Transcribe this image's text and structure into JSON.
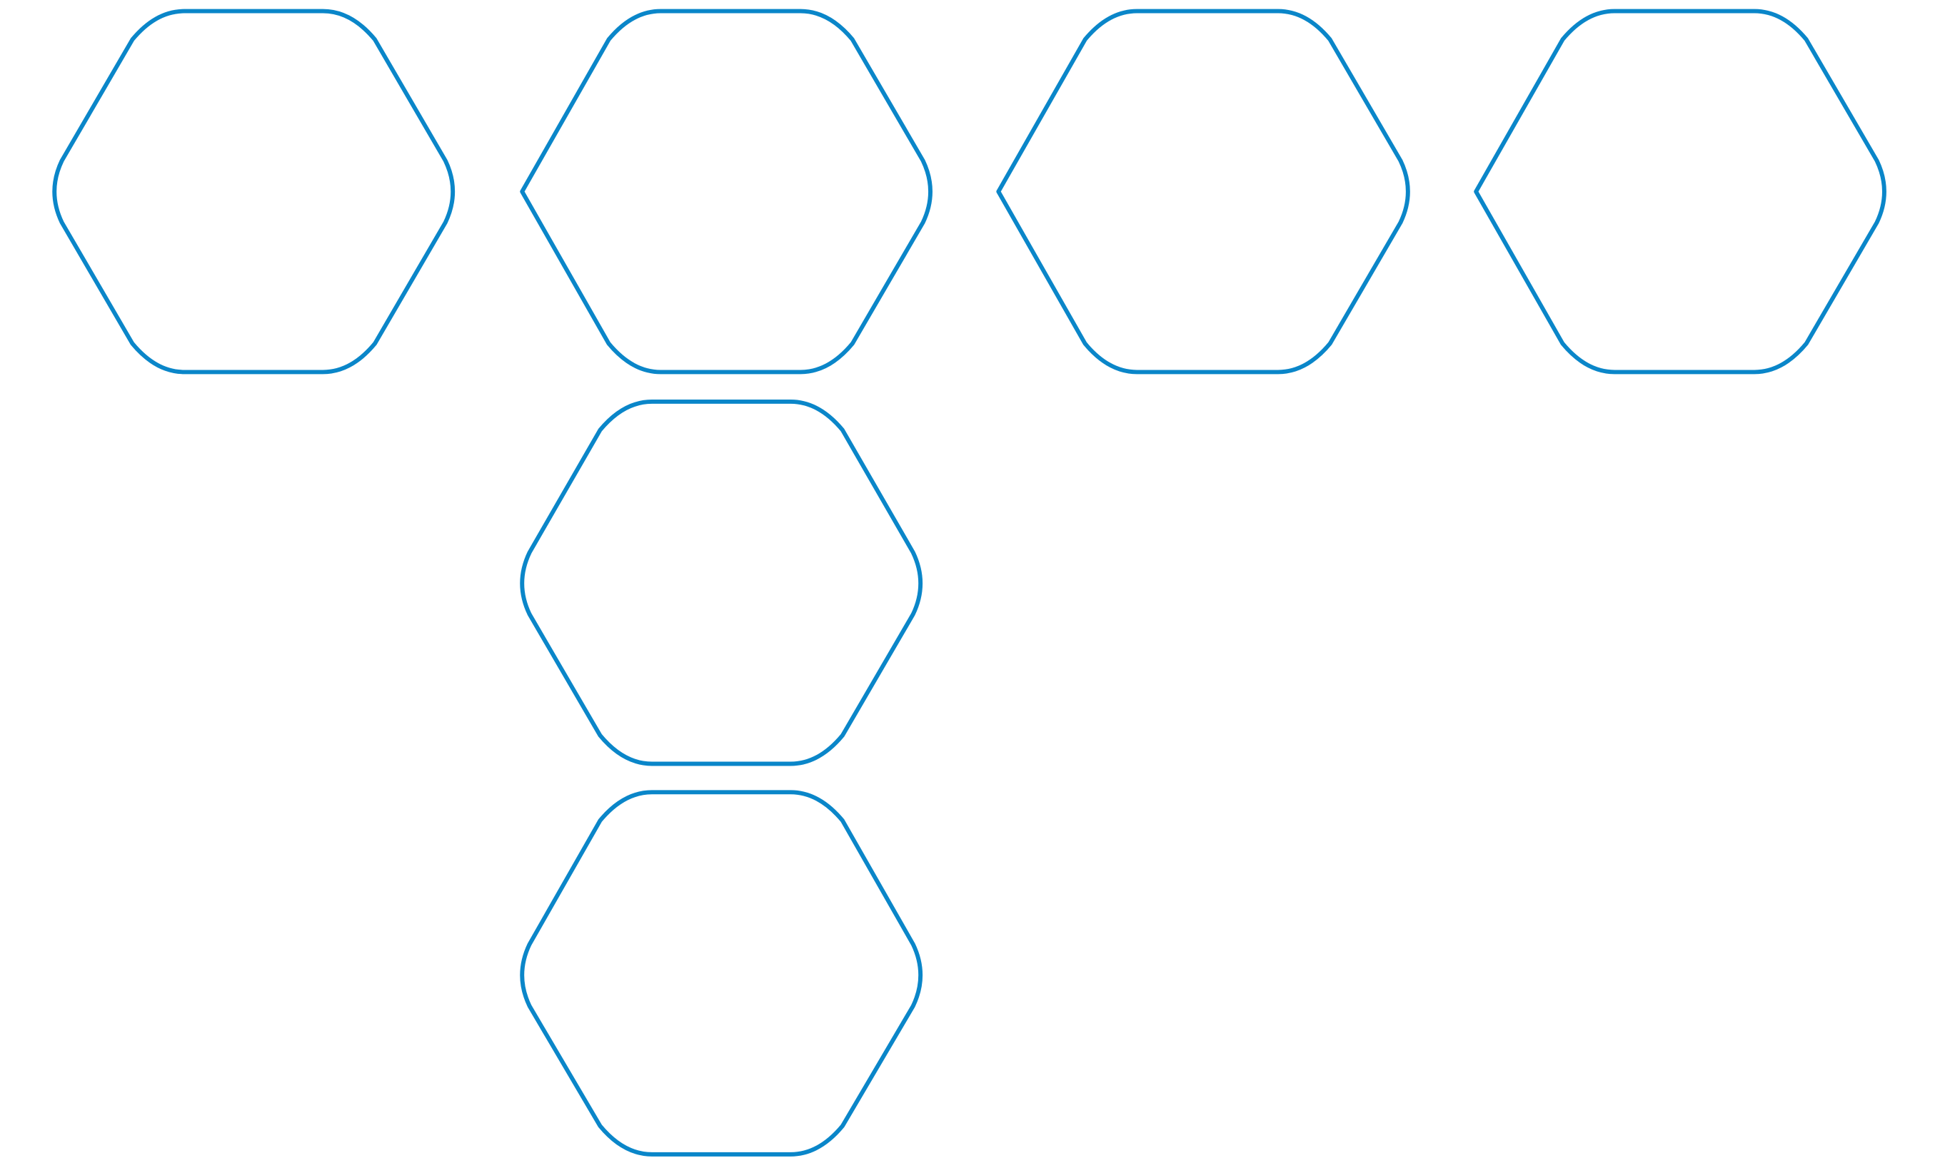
{
  "diagram": {
    "stroke_color": "#0a86c9",
    "background_color": "#ffffff",
    "shapes": [
      {
        "id": "hex-1",
        "shape": "hexagon",
        "left_vertex": "rounded",
        "row": 1,
        "column": 1
      },
      {
        "id": "hex-2",
        "shape": "hexagon",
        "left_vertex": "sharp",
        "row": 1,
        "column": 2
      },
      {
        "id": "hex-3",
        "shape": "hexagon",
        "left_vertex": "sharp",
        "row": 1,
        "column": 3
      },
      {
        "id": "hex-4",
        "shape": "hexagon",
        "left_vertex": "sharp",
        "row": 1,
        "column": 4
      },
      {
        "id": "hex-5",
        "shape": "hexagon",
        "left_vertex": "rounded",
        "row": 2,
        "column": 2
      },
      {
        "id": "hex-6",
        "shape": "hexagon",
        "left_vertex": "rounded",
        "row": 3,
        "column": 2
      }
    ]
  }
}
